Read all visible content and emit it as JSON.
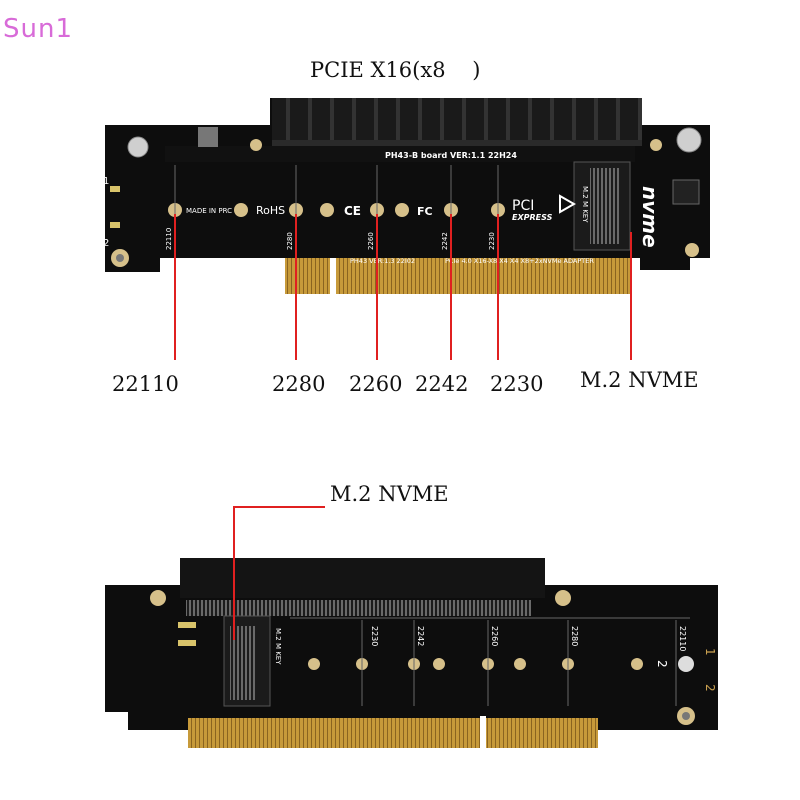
{
  "watermark": "Sun1",
  "top_card": {
    "title": "PCIE X16(x8    )",
    "board_label": "PH43-B board  VER:1.1  22H24",
    "sub_label_left": "PH43  VER:1.3  22I02",
    "sub_label_right": "PCIe 4.0 X16-X8 X4 X4   X8+2xNVMe ADAPTER",
    "made_in": "MADE IN PRC",
    "rohs": "RoHS",
    "ce": "CE",
    "fc": "FC",
    "pci": "PCI",
    "express": "EXPRESS",
    "mkey": "M.2 M KEY",
    "nvme_logo": "nvme",
    "silk_22110": "22110",
    "silk_2280": "2280",
    "silk_2260": "2260",
    "silk_2242": "2242",
    "silk_2230": "2230",
    "led1": "1",
    "led2": "2",
    "callouts": {
      "c22110": "22110",
      "c2280": "2280",
      "c2260": "2260",
      "c2242": "2242",
      "c2230": "2230",
      "nvme": "M.2 NVME"
    }
  },
  "bottom_card": {
    "callout_nvme": "M.2 NVME",
    "mkey": "M.2 M KEY",
    "silk_2230": "2230",
    "silk_2242": "2242",
    "silk_2260": "2260",
    "silk_2280": "2280",
    "silk_22110": "22110",
    "num1": "1",
    "num2": "2",
    "num2b": "2"
  }
}
